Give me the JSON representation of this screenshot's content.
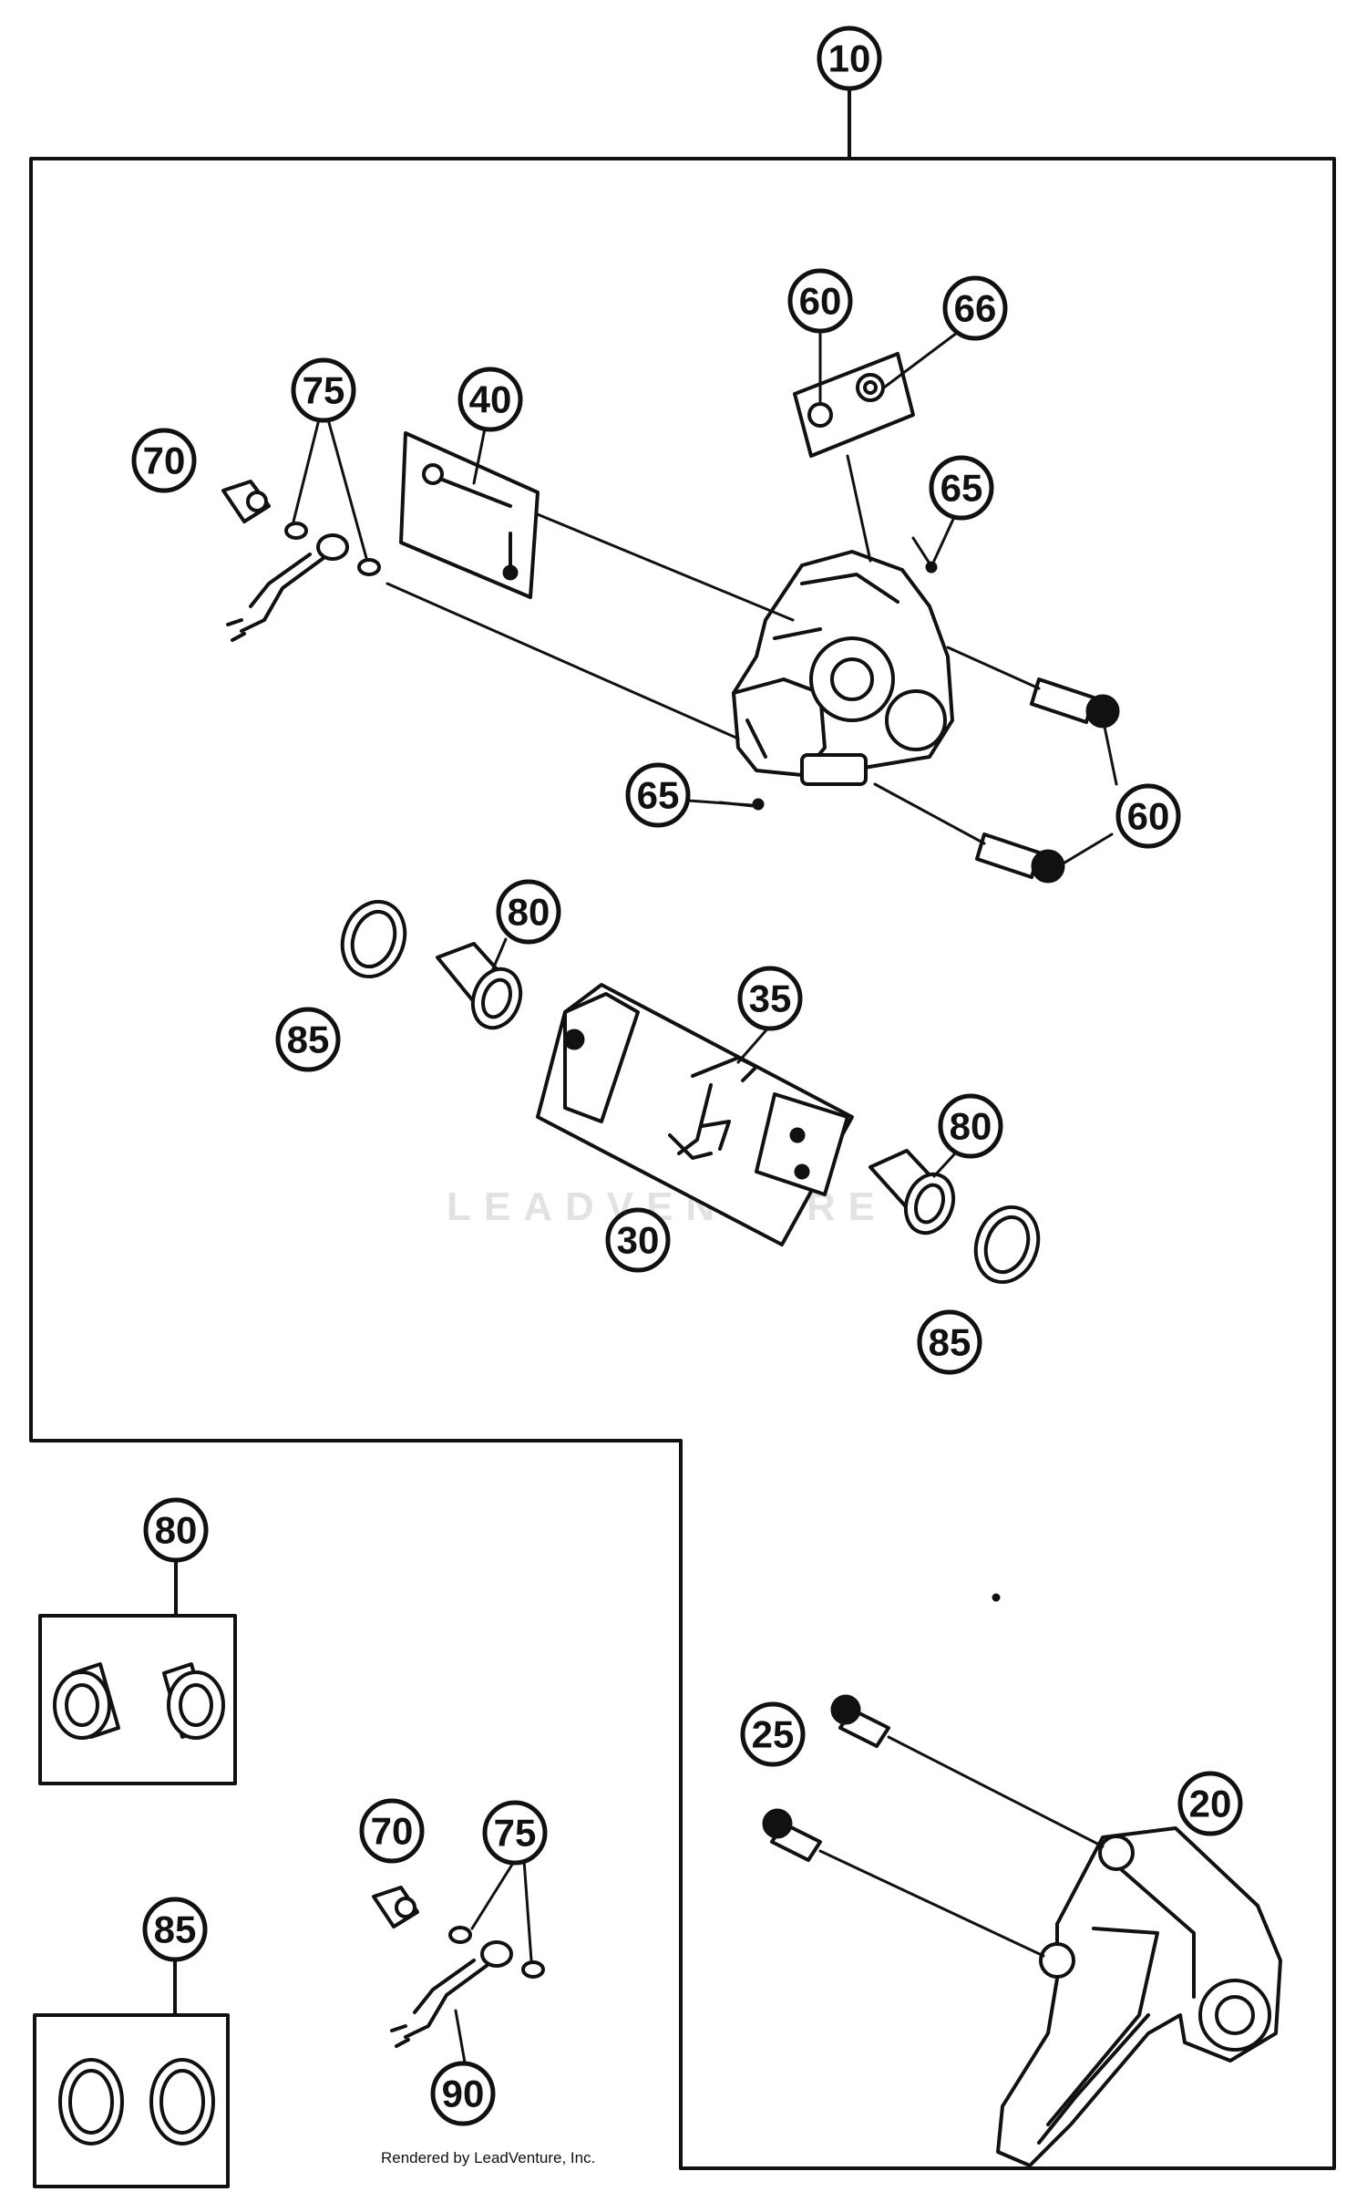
{
  "callouts": [
    {
      "id": "c10",
      "label": "10"
    },
    {
      "id": "c60a",
      "label": "60"
    },
    {
      "id": "c66",
      "label": "66"
    },
    {
      "id": "c75a",
      "label": "75"
    },
    {
      "id": "c40",
      "label": "40"
    },
    {
      "id": "c70a",
      "label": "70"
    },
    {
      "id": "c65a",
      "label": "65"
    },
    {
      "id": "c65b",
      "label": "65"
    },
    {
      "id": "c60b",
      "label": "60"
    },
    {
      "id": "c80a",
      "label": "80"
    },
    {
      "id": "c85a",
      "label": "85"
    },
    {
      "id": "c35",
      "label": "35"
    },
    {
      "id": "c80b",
      "label": "80"
    },
    {
      "id": "c30",
      "label": "30"
    },
    {
      "id": "c85b",
      "label": "85"
    },
    {
      "id": "c80c",
      "label": "80"
    },
    {
      "id": "c25",
      "label": "25"
    },
    {
      "id": "c20",
      "label": "20"
    },
    {
      "id": "c70b",
      "label": "70"
    },
    {
      "id": "c75b",
      "label": "75"
    },
    {
      "id": "c85c",
      "label": "85"
    },
    {
      "id": "c90",
      "label": "90"
    }
  ],
  "watermark": "LEADVENTURE",
  "credit": "Rendered by LeadVenture, Inc."
}
